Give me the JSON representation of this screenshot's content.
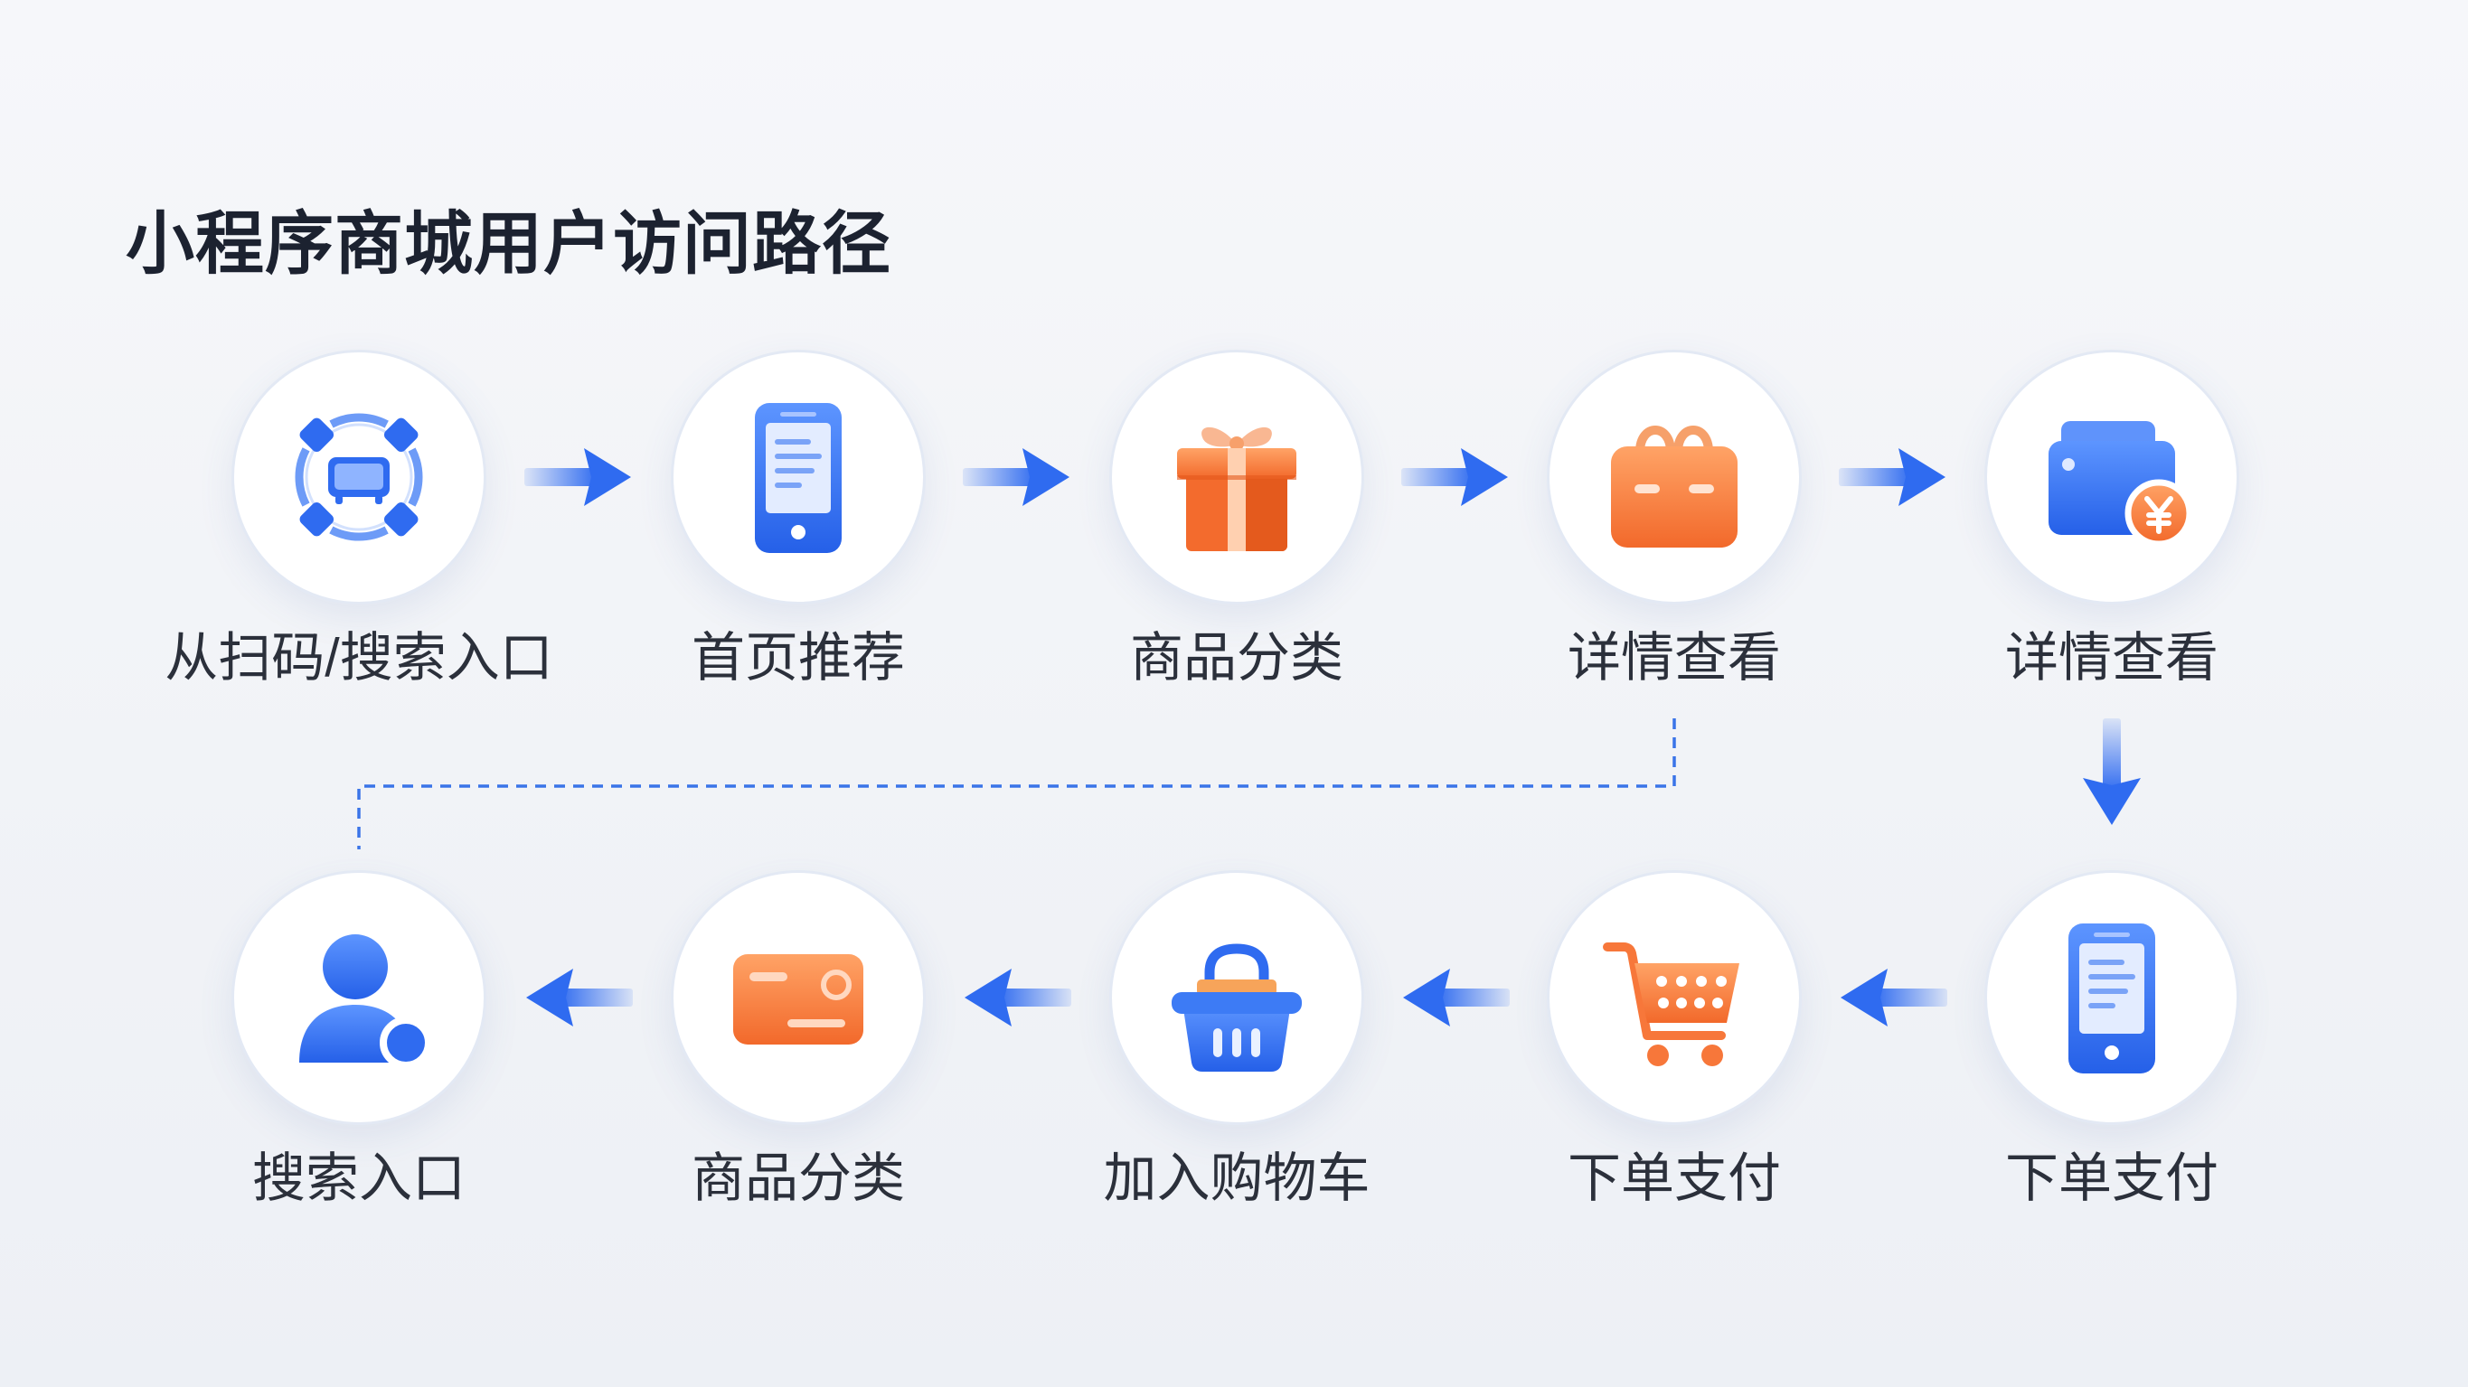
{
  "title": "小程序商城用户访问路径",
  "colors": {
    "background": "#f3f5f9",
    "primary_blue": "#2f6bf0",
    "accent_orange": "#f7773a",
    "text": "#1c2230"
  },
  "flow": {
    "row1": [
      {
        "label": "从扫码/搜索入口",
        "icon": "scan-icon"
      },
      {
        "label": "首页推荐",
        "icon": "phone-icon"
      },
      {
        "label": "商品分类",
        "icon": "gift-box-icon"
      },
      {
        "label": "详情查看",
        "icon": "handbag-icon"
      },
      {
        "label": "详情查看",
        "icon": "wallet-yen-icon"
      }
    ],
    "row2": [
      {
        "label": "搜索入口",
        "icon": "user-icon"
      },
      {
        "label": "商品分类",
        "icon": "card-icon"
      },
      {
        "label": "加入购物车",
        "icon": "basket-icon"
      },
      {
        "label": "下单支付",
        "icon": "shopping-cart-icon"
      },
      {
        "label": "下单支付",
        "icon": "phone-icon"
      }
    ]
  }
}
